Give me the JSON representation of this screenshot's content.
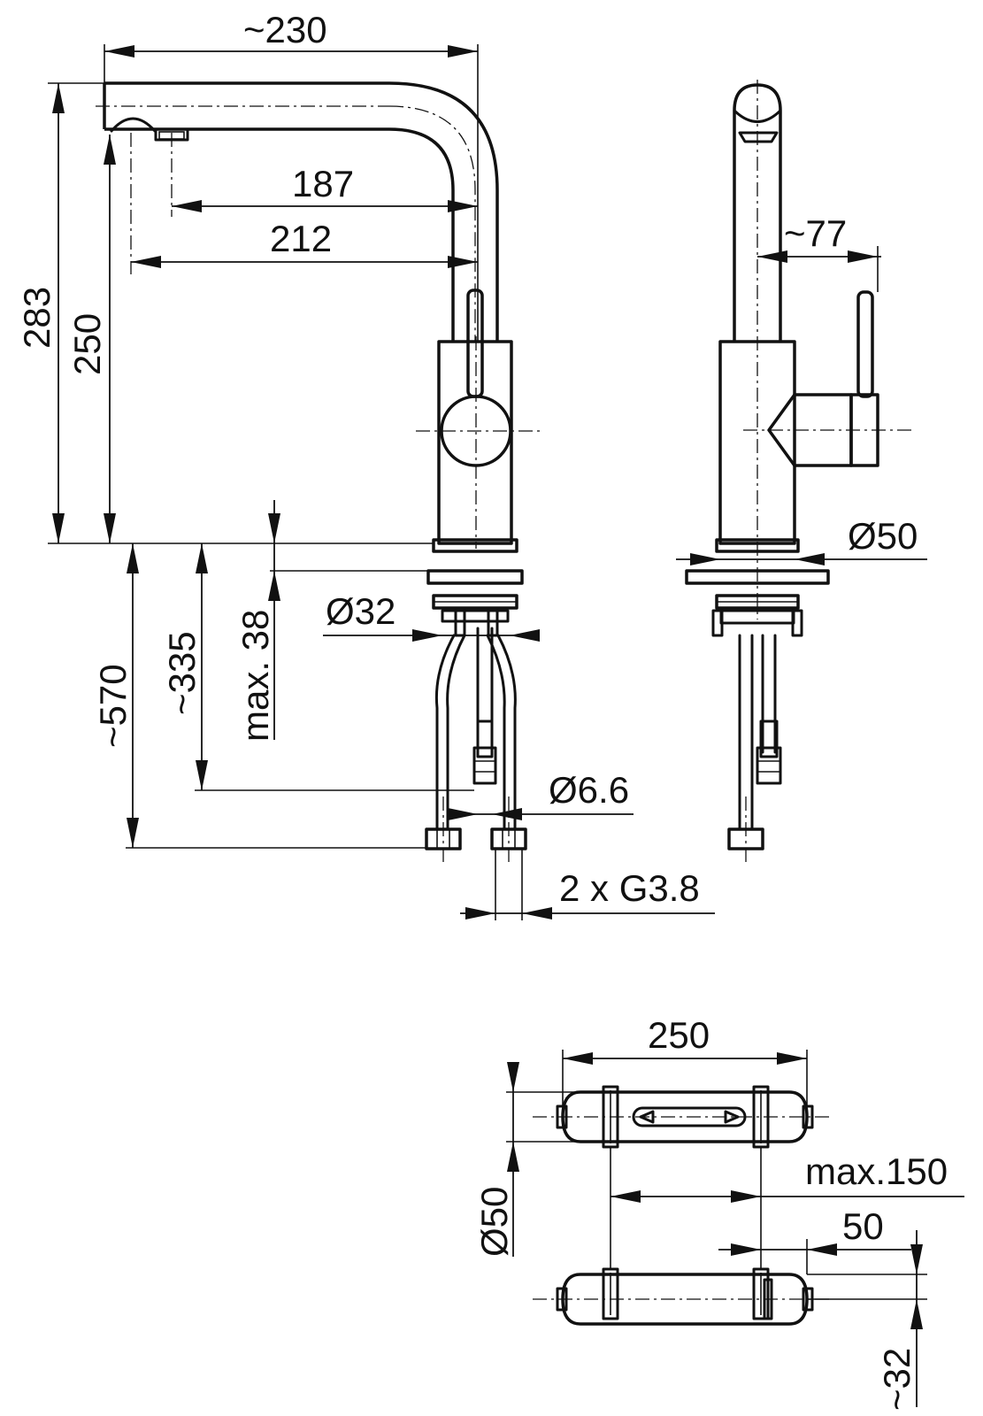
{
  "dimensions": {
    "spout_reach": "~230",
    "aerator_offset_187": "187",
    "aerator_offset_212": "212",
    "total_height": "283",
    "outlet_height": "250",
    "lever_projection": "~77",
    "base_diameter": "Ø50",
    "shank_diameter": "Ø32",
    "max_deck_thickness": "max. 38",
    "hose_length_335": "~335",
    "hose_length_570": "~570",
    "hose_diameter": "Ø6.6",
    "connection_thread": "2 x G3.8",
    "top_view_length": "250",
    "top_view_diameter": "Ø50",
    "max_spacing": "max.150",
    "bracket_offset": "50",
    "bracket_height": "~32"
  }
}
